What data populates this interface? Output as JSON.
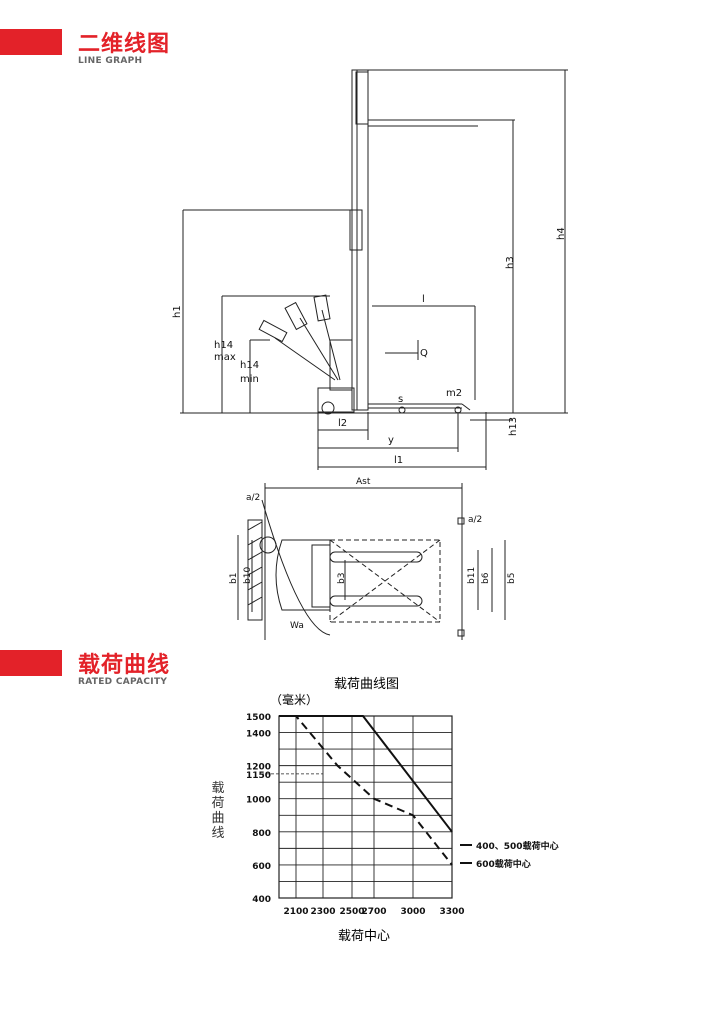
{
  "section1": {
    "title": "二维线图",
    "subtitle": "LINE GRAPH"
  },
  "section2": {
    "title": "载荷曲线",
    "subtitle": "RATED CAPACITY"
  },
  "side_view_labels": {
    "h1": "h1",
    "h3": "h3",
    "h4": "h4",
    "h14_max": "h14",
    "max": "max",
    "h14_min": "h14",
    "min": "min",
    "l": "l",
    "Q": "Q",
    "m2": "m2",
    "s": "s",
    "l2": "l2",
    "y": "y",
    "l1": "l1",
    "h13": "h13"
  },
  "top_view_labels": {
    "b1": "b1",
    "b10": "b10",
    "b3": "b3",
    "b11": "b11",
    "b6": "b6",
    "b_outer": "b5",
    "ast_top": "Ast",
    "a2_left": "a/2",
    "a2_right": "a/2",
    "wa": "Wa"
  },
  "chart_data": {
    "type": "line",
    "title": "载荷曲线图",
    "unit_label": "（毫米）",
    "ylabel": "载荷曲线",
    "xlabel": "载荷中心",
    "xlim": [
      2000,
      3300
    ],
    "ylim": [
      400,
      1500
    ],
    "x_ticks": [
      2100,
      2300,
      2500,
      2700,
      3000,
      3300
    ],
    "y_ticks": [
      400,
      600,
      800,
      1000,
      1150,
      1200,
      1400,
      1500
    ],
    "grid": true,
    "legend_position": "right",
    "series": [
      {
        "name": "400、500载荷中心",
        "style": "solid",
        "x": [
          2000,
          2600,
          3300
        ],
        "y": [
          1500,
          1500,
          800
        ]
      },
      {
        "name": "600载荷中心",
        "style": "dashed",
        "x": [
          2000,
          2100,
          2400,
          2700,
          3000,
          3300
        ],
        "y": [
          1500,
          1500,
          1200,
          1000,
          900,
          600
        ]
      }
    ]
  }
}
